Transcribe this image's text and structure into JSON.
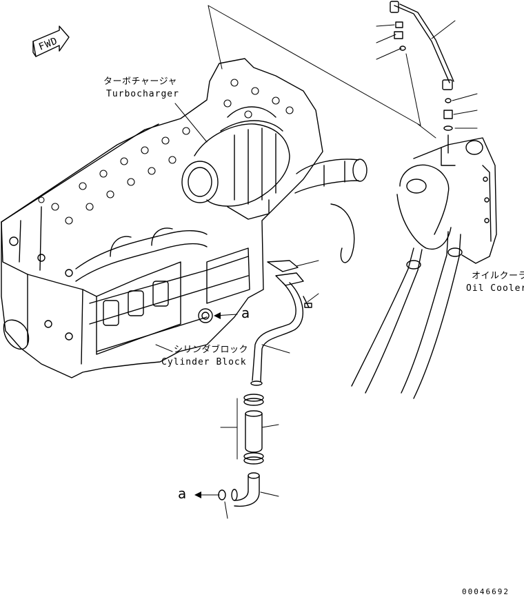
{
  "fwd_label": "FWD",
  "labels": {
    "turbocharger_jp": "ターボチャージャ",
    "turbocharger_en": "Turbocharger",
    "oil_cooler_jp": "オイルクーラ",
    "oil_cooler_en": "Oil Cooler",
    "cylinder_block_jp": "シリンダブロック",
    "cylinder_block_en": "Cylinder Block"
  },
  "reference_marks": {
    "upper": "a",
    "lower": "a"
  },
  "doc_number": "00046692",
  "icons": [
    "fwd-arrow-icon",
    "connector-arrow-icon"
  ]
}
